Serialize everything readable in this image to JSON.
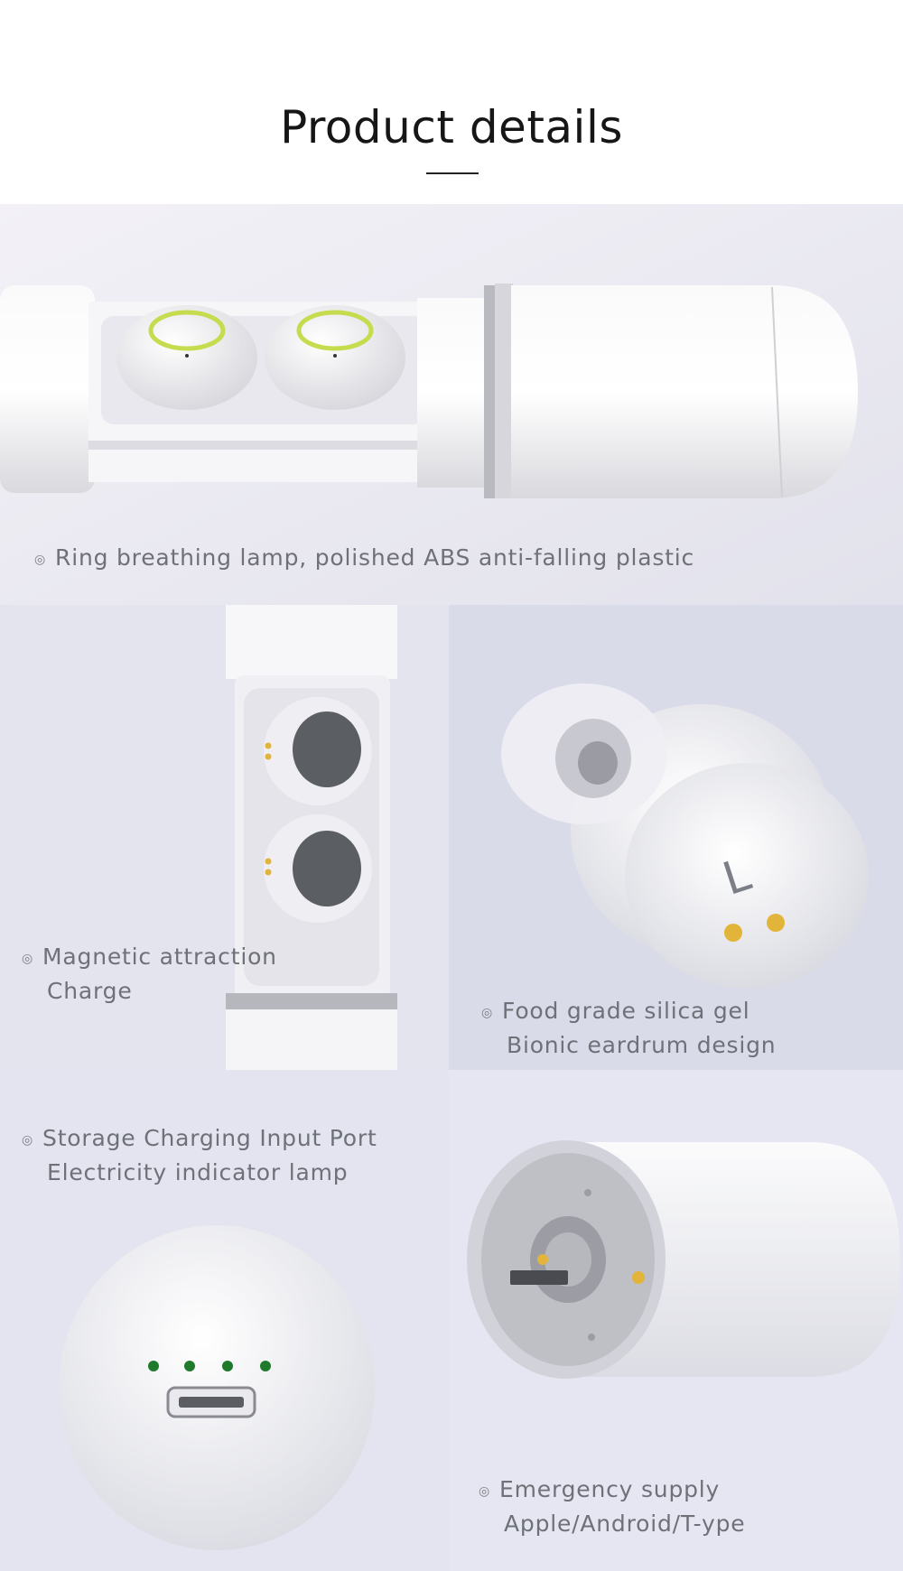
{
  "page": {
    "title": "Product details"
  },
  "panels": [
    {
      "id": "hero",
      "caption": [
        "Ring breathing lamp, polished ABS anti-falling plastic"
      ]
    },
    {
      "id": "magnet",
      "caption": [
        "Magnetic attraction",
        "Charge"
      ]
    },
    {
      "id": "eartip",
      "caption": [
        "Food grade silica gel",
        "Bionic eardrum design"
      ],
      "earbud_mark": "L"
    },
    {
      "id": "port",
      "caption": [
        "Storage Charging Input Port",
        "Electricity indicator lamp"
      ]
    },
    {
      "id": "supply",
      "caption": [
        "Emergency supply",
        "Apple/Android/T-ype"
      ]
    }
  ],
  "bullet_symbol": "◎",
  "colors": {
    "ring_accent": "#c6dc4e",
    "indicator_led": "#1f7a2c",
    "contact_gold": "#e3b43a",
    "panel_bg": "#e4e5ee"
  }
}
